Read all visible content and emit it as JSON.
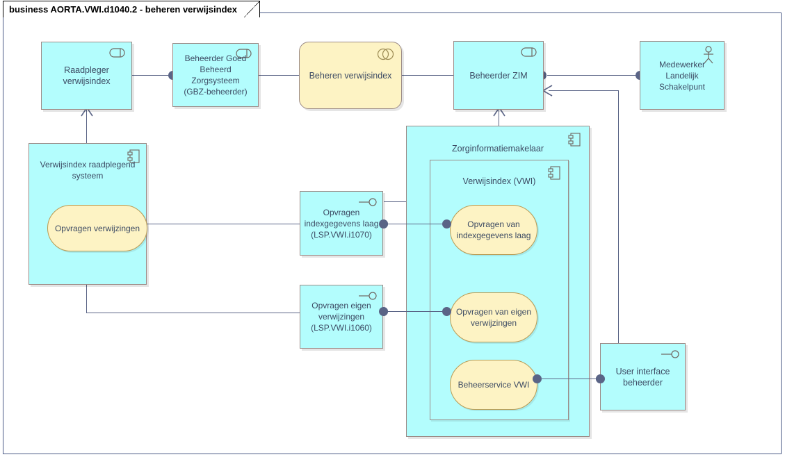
{
  "window": {
    "title": "business AORTA.VWI.d1040.2 - beheren verwijsindex"
  },
  "colors": {
    "node_fill": "#b3fdfd",
    "node_border": "#9b8a86",
    "behavior_fill": "#fdf3c4",
    "behavior_border": "#b99a52",
    "connector": "#5a6486",
    "frame_border": "#4a5a86",
    "text": "#3c4a63"
  },
  "nodes": {
    "raadpleger_verwijsindex": {
      "label": "Raadpleger\nverwijsindex",
      "icon": "business-role-icon"
    },
    "beheerder_gbz": {
      "label": "Beheerder Goed\nBeheerd Zorgsysteem\n(GBZ-beheerder)",
      "icon": "business-role-icon"
    },
    "beheren_verwijsindex": {
      "label": "Beheren verwijsindex",
      "icon": "business-collaboration-icon"
    },
    "beheerder_zim": {
      "label": "Beheerder ZIM",
      "icon": "business-role-icon"
    },
    "medewerker_landelijk_schakelpunt": {
      "label": "Medewerker Landelijk\nSchakelpunt",
      "icon": "actor-icon"
    },
    "verwijsindex_raadplegend_systeem": {
      "label": "Verwijsindex raadplegend\nsysteem",
      "icon": "component-icon"
    },
    "opvragen_verwijzingen": {
      "label": "Opvragen verwijzingen",
      "icon": "none"
    },
    "interface_i1070": {
      "label": "Opvragen\nindexgegevens laag\n(LSP.VWI.i1070)",
      "icon": "interface-lollipop-icon"
    },
    "interface_i1060": {
      "label": "Opvragen eigen\nverwijzingen\n(LSP.VWI.i1060)",
      "icon": "interface-lollipop-icon"
    },
    "zorginformatiemakelaar": {
      "label": "Zorginformatiemakelaar",
      "icon": "component-icon"
    },
    "verwijsindex_vwi": {
      "label": "Verwijsindex (VWI)",
      "icon": "component-icon"
    },
    "opvragen_van_indexgegevens_laag": {
      "label": "Opvragen van\nindexgegevens laag",
      "icon": "none"
    },
    "opvragen_van_eigen_verwijzingen": {
      "label": "Opvragen van eigen\nverwijzingen",
      "icon": "none"
    },
    "beheerservice_vwi": {
      "label": "Beheerservice VWI",
      "icon": "none"
    },
    "user_interface_beheerder": {
      "label": "User interface\nbeheerder",
      "icon": "interface-lollipop-icon"
    }
  }
}
